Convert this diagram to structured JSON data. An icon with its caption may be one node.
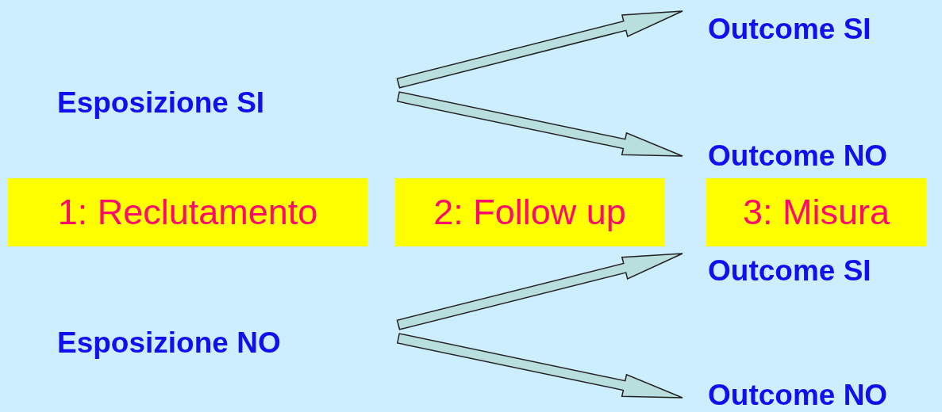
{
  "diagram": {
    "nodes": [
      {
        "text": [
          "Esposizione SI"
        ]
      },
      {
        "text": [
          "Outcome SI"
        ]
      },
      {
        "text": [
          "Outcome NO"
        ]
      },
      {
        "text": [
          "1: Reclutamento"
        ]
      },
      {
        "text": [
          "2: Follow up"
        ]
      },
      {
        "text": [
          "3: Misura"
        ]
      },
      {
        "text": [
          "Esposizione NO"
        ]
      },
      {
        "text": [
          "Outcome SI"
        ]
      },
      {
        "text": [
          "Outcome NO"
        ]
      }
    ],
    "edges": [
      {
        "from": 0,
        "to": 1,
        "arrow": "to"
      },
      {
        "from": 0,
        "to": 2,
        "arrow": "to"
      },
      {
        "from": 6,
        "to": 7,
        "arrow": "to"
      },
      {
        "from": 6,
        "to": 8,
        "arrow": "to"
      }
    ]
  }
}
